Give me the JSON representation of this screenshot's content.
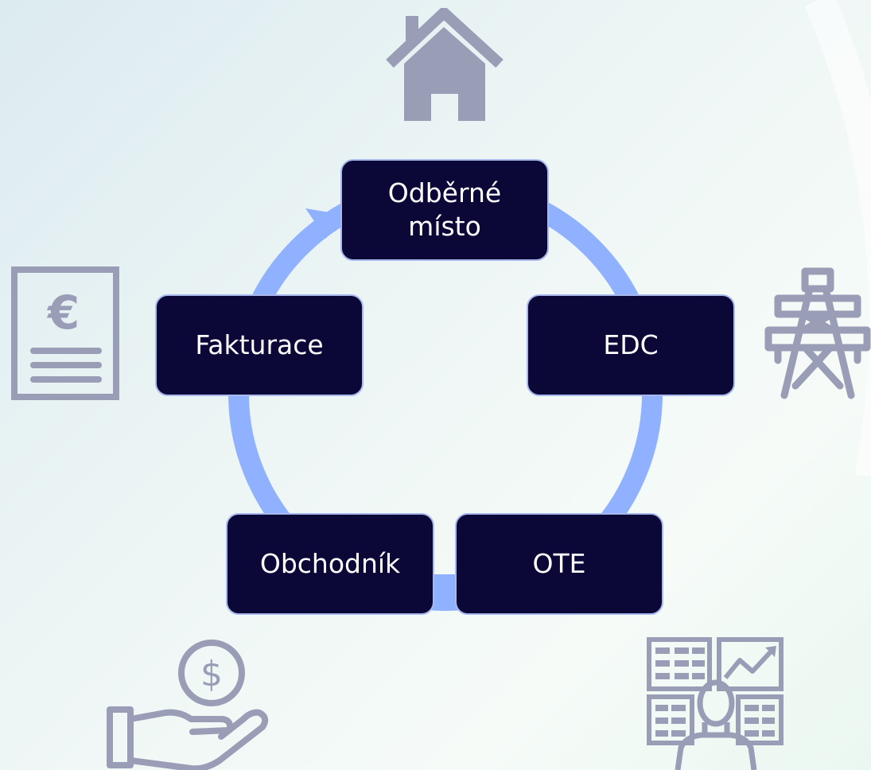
{
  "colors": {
    "node_fill": "#0b0838",
    "node_border": "#a9b9ee",
    "node_text": "#ffffff",
    "cycle_arrow": "#8fb1ff",
    "icon_gray": "#9a9db6"
  },
  "cycle": {
    "direction": "clockwise",
    "nodes": [
      {
        "label": "Odběrné\nmísto",
        "icon": "house-icon"
      },
      {
        "label": "EDC",
        "icon": "power-pylon-icon"
      },
      {
        "label": "OTE",
        "icon": "market-analyst-dashboard-icon"
      },
      {
        "label": "Obchodník",
        "icon": "hand-money-icon"
      },
      {
        "label": "Fakturace",
        "icon": "euro-invoice-icon"
      }
    ]
  }
}
